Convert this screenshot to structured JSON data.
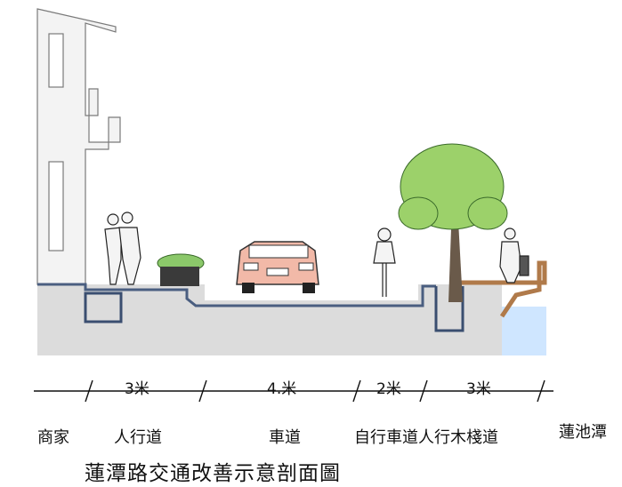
{
  "dimensions": {
    "sidewalk": "3米",
    "roadway": "4.米",
    "bike_lane": "2米",
    "boardwalk": "3米"
  },
  "zones": {
    "shop": "商家",
    "sidewalk": "人行道",
    "roadway": "車道",
    "bike_lane": "自行車道",
    "boardwalk": "人行木棧道",
    "lake": "蓮池潭"
  },
  "title": "蓮潭路交通改善示意剖面圖",
  "colors": {
    "ground": "#dcdcdc",
    "outline": "#4a5e80",
    "car": "#f2b9a8",
    "tree": "#9cd16a",
    "deck": "#b07a4a",
    "water": "#cfe6ff"
  }
}
